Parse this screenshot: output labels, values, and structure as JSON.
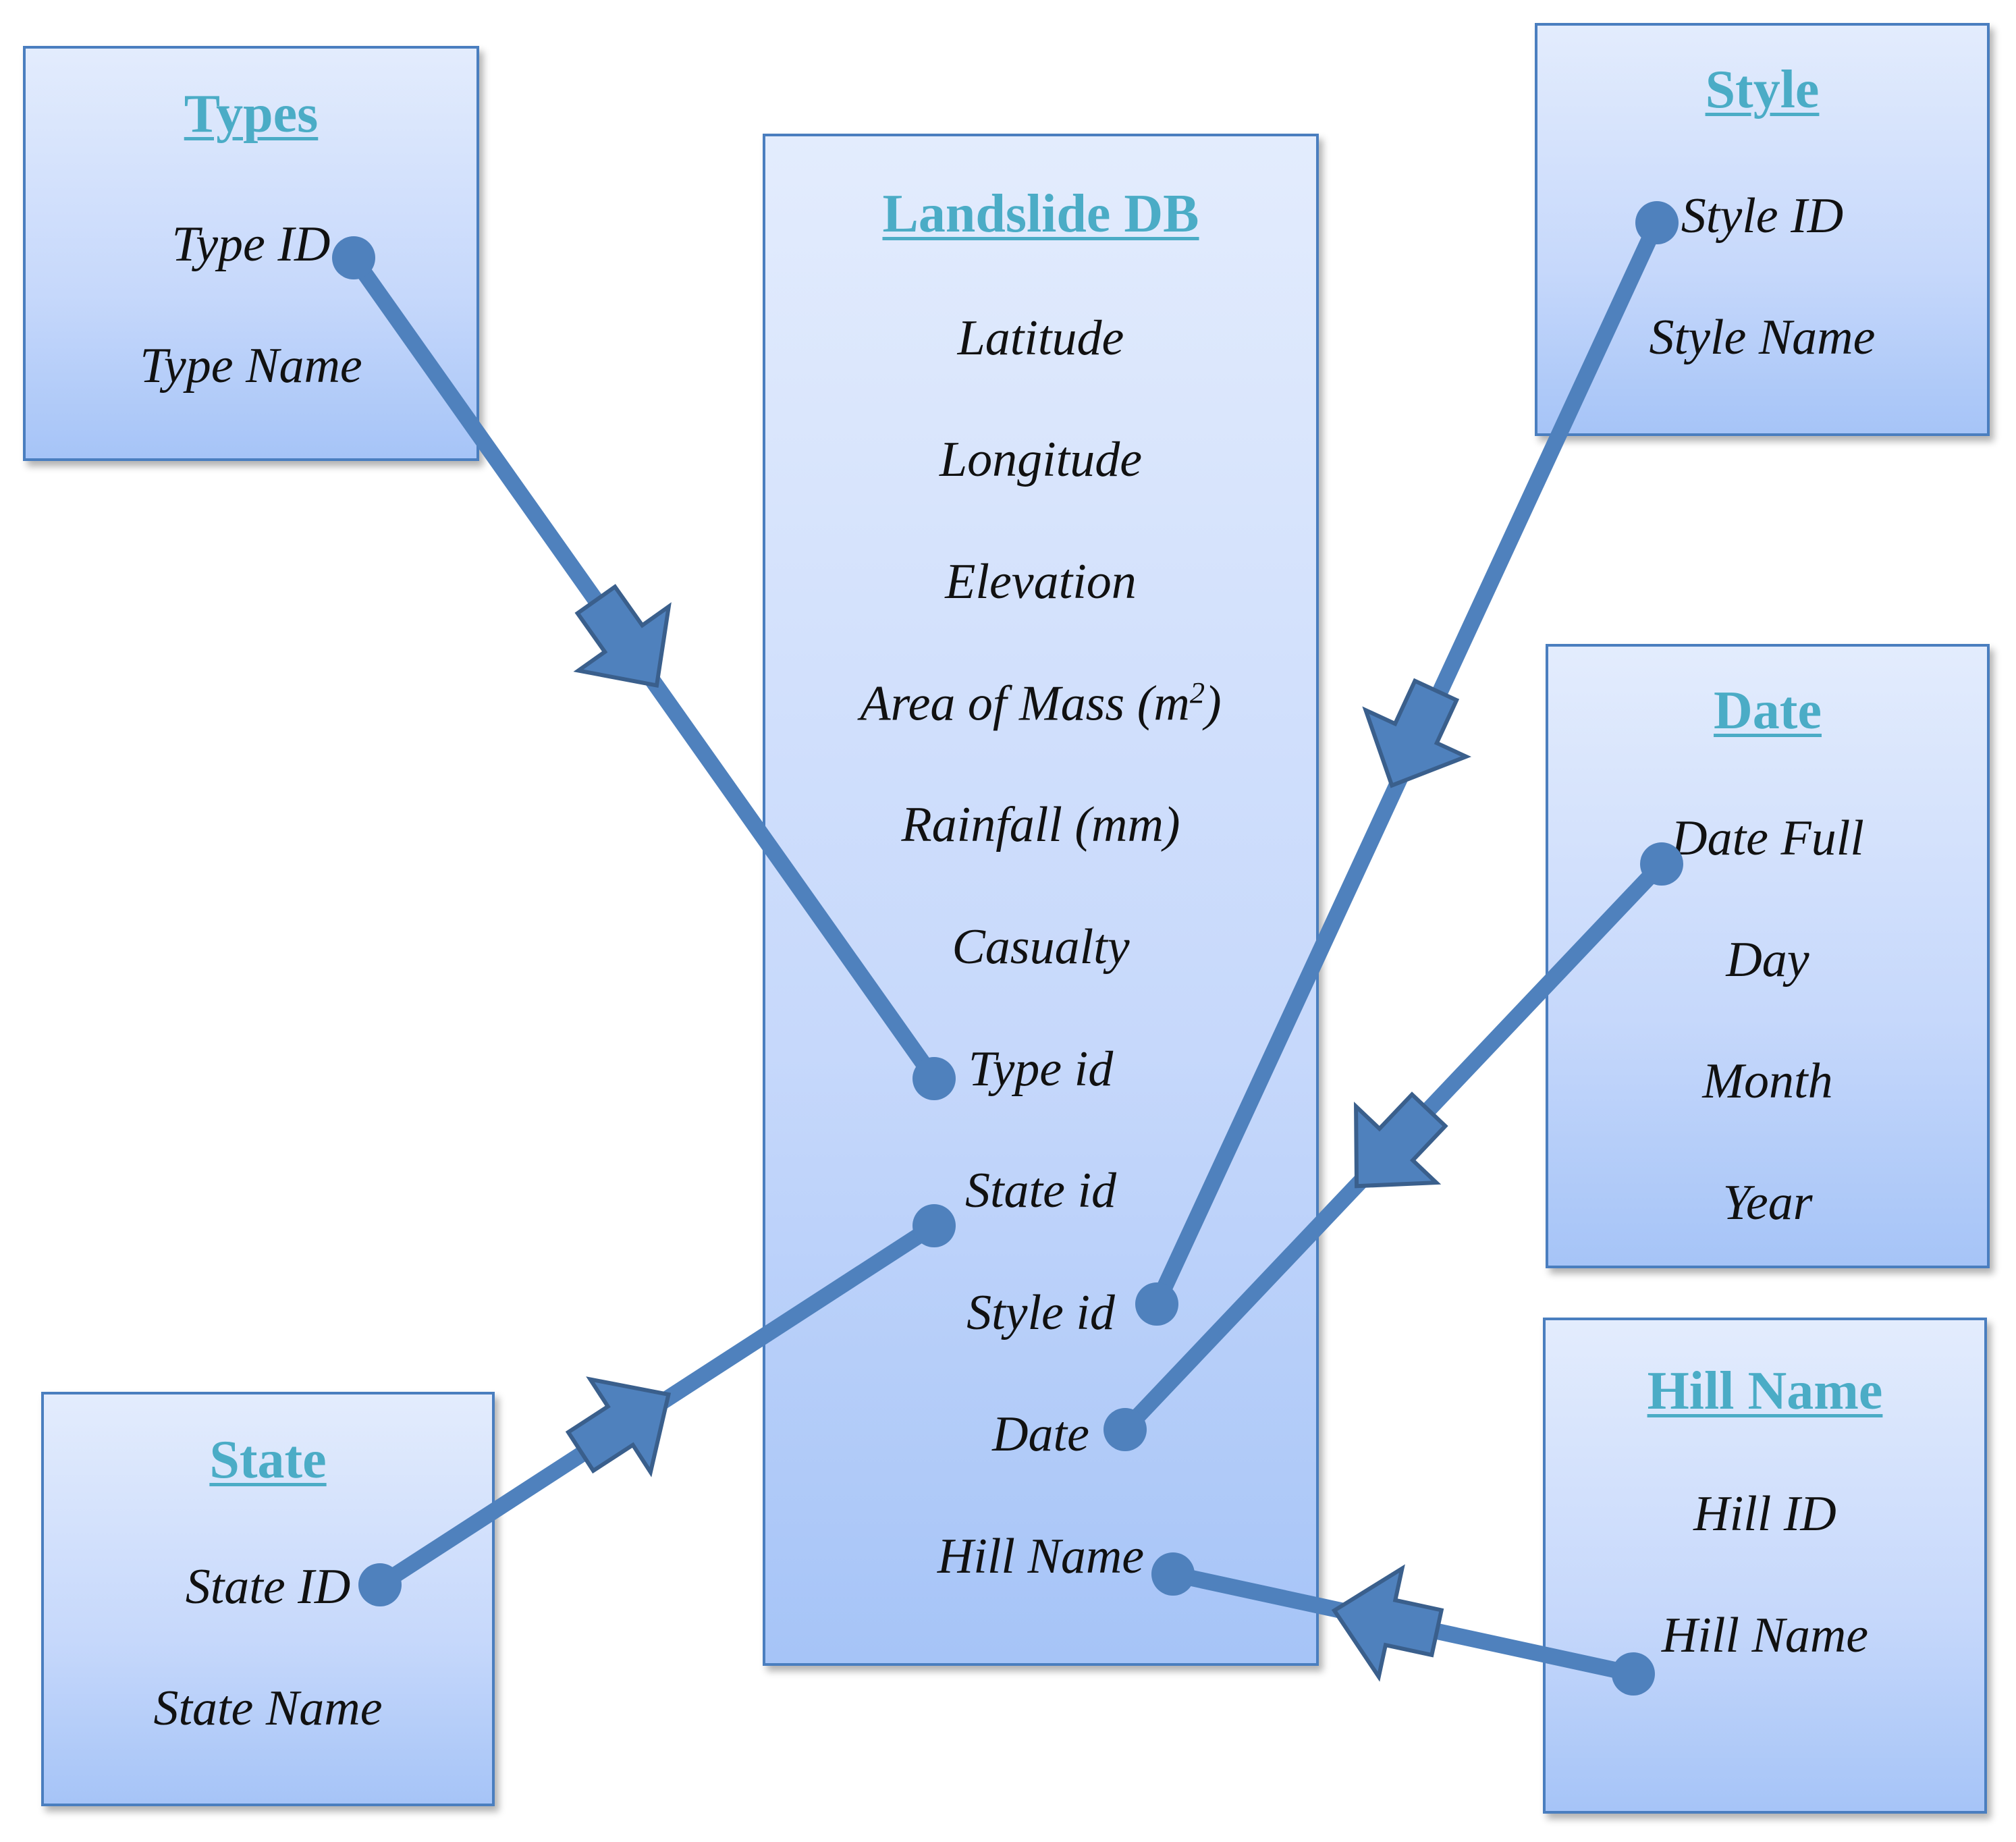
{
  "entities": {
    "types": {
      "title": "Types",
      "fields": [
        "Type ID",
        "Type Name"
      ]
    },
    "landslide": {
      "title": "Landslide DB",
      "fields": [
        "Latitude",
        "Longitude",
        "Elevation",
        "Area of Mass (m",
        "Rainfall (mm)",
        "Casualty",
        "Type id",
        "State id",
        "Style id",
        "Date",
        "Hill Name"
      ],
      "area_superscript": "2",
      "area_suffix": ")"
    },
    "style": {
      "title": "Style",
      "fields": [
        "Style ID",
        "Style Name"
      ]
    },
    "date": {
      "title": "Date",
      "fields": [
        "Date Full",
        "Day",
        "Month",
        "Year"
      ]
    },
    "hill": {
      "title": "Hill Name",
      "fields": [
        "Hill ID",
        "Hill Name"
      ]
    },
    "state": {
      "title": "State",
      "fields": [
        "State ID",
        "State Name"
      ]
    }
  },
  "colors": {
    "connector": "#4f81bd",
    "connector_outline": "#3a5f8c",
    "title": "#4bacc6",
    "box_border": "#4a7ebf"
  }
}
